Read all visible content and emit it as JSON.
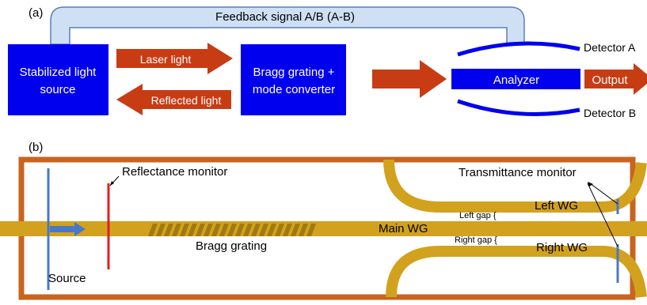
{
  "panel_a": {
    "label": "(a)",
    "feedback_text": "Feedback signal A/B (A-B)",
    "source_text": [
      "Stabilized light",
      "source"
    ],
    "laser_text": "Laser light",
    "reflected_text": "Reflected light",
    "bragg_text": [
      "Bragg grating +",
      "mode converter"
    ],
    "analyzer_text": "Analyzer",
    "output_text": "Output",
    "detector_a": "Detector A",
    "detector_b": "Detector B"
  },
  "panel_b": {
    "label": "(b)",
    "reflectance_monitor": "Reflectance monitor",
    "transmittance_monitor": "Transmittance monitor",
    "left_gap": "Left gap {",
    "right_gap": "Right gap {",
    "left_wg": "Left WG",
    "main_wg": "Main WG",
    "right_wg": "Right WG",
    "bragg_grating": "Bragg grating",
    "source": "Source"
  },
  "colors": {
    "box_blue": "#0000ee",
    "arrow_red": "#c83c14",
    "feedback_fill": "#cfe0f5",
    "feedback_stroke": "#5a7fb8",
    "waveguide": "#d2a21e",
    "frame": "#c8641e",
    "grating": "#a07a10",
    "monitor_blue": "#4a78c8",
    "monitor_red": "#e02020"
  }
}
